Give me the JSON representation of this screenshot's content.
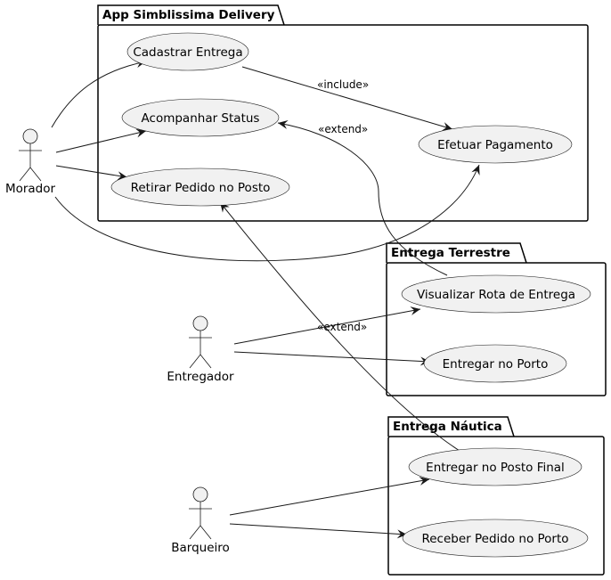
{
  "packages": {
    "app": "App Simblissima Delivery",
    "terrestre": "Entrega Terrestre",
    "nautica": "Entrega Náutica"
  },
  "actors": {
    "morador": "Morador",
    "entregador": "Entregador",
    "barqueiro": "Barqueiro"
  },
  "use_cases": {
    "cadastrar": "Cadastrar Entrega",
    "acompanhar": "Acompanhar Status",
    "retirar": "Retirar Pedido no Posto",
    "pagamento": "Efetuar Pagamento",
    "visualizar": "Visualizar Rota de Entrega",
    "entregar_porto": "Entregar no Porto",
    "entregar_posto": "Entregar no Posto Final",
    "receber": "Receber Pedido no Porto"
  },
  "relations": {
    "include": "«include»",
    "extend_status": "«extend»",
    "extend_rota": "«extend»"
  }
}
